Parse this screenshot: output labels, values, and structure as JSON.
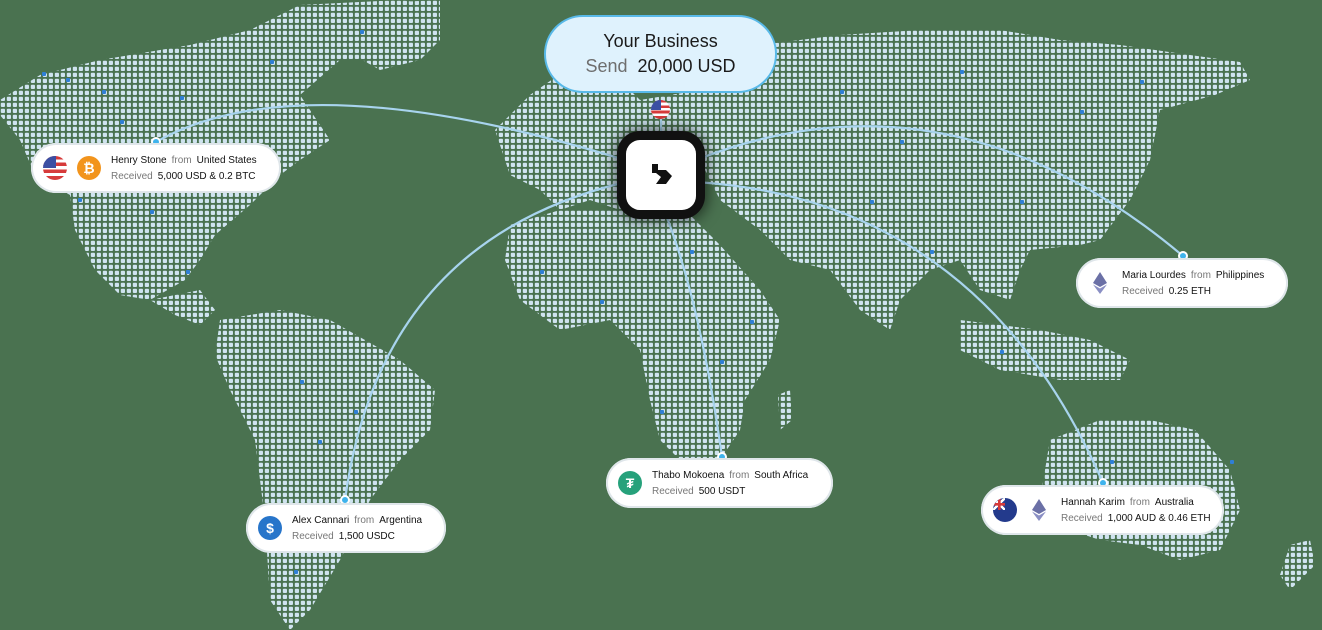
{
  "hero": {
    "title": "Your Business",
    "action_label": "Send",
    "amount": "20,000 USD",
    "flag": "us-flag"
  },
  "hub": {
    "logo": "brand-logo-icon"
  },
  "recipients": [
    {
      "name": "Henry Stone",
      "from_label": "from",
      "country": "United States",
      "received_label": "Received",
      "amount": "5,000 USD & 0.2 BTC",
      "icons": [
        "us-flag",
        "bitcoin-icon"
      ]
    },
    {
      "name": "Maria Lourdes",
      "from_label": "from",
      "country": "Philippines",
      "received_label": "Received",
      "amount": "0.25 ETH",
      "icons": [
        "ethereum-icon"
      ]
    },
    {
      "name": "Thabo Mokoena",
      "from_label": "from",
      "country": "South Africa",
      "received_label": "Received",
      "amount": "500 USDT",
      "icons": [
        "tether-icon"
      ]
    },
    {
      "name": "Alex Cannari",
      "from_label": "from",
      "country": "Argentina",
      "received_label": "Received",
      "amount": "1,500 USDC",
      "icons": [
        "usdc-icon"
      ]
    },
    {
      "name": "Hannah Karim",
      "from_label": "from",
      "country": "Australia",
      "received_label": "Received",
      "amount": "1,000 AUD & 0.46 ETH",
      "icons": [
        "australia-flag",
        "ethereum-icon"
      ]
    }
  ],
  "colors": {
    "background": "#4a7250",
    "dot": "#cfe3ef",
    "dot_accent": "#2f7fd6",
    "line": "#a8d4ee",
    "pin": "#3fb3ec",
    "hero_bg": "#dff2fd",
    "hero_border": "#58b9e8"
  }
}
